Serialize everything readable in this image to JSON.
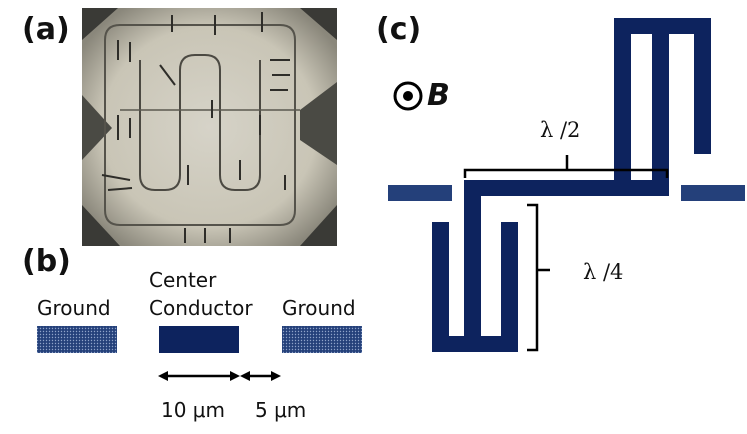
{
  "panels": {
    "a": "(a)",
    "b": "(b)",
    "c": "(c)"
  },
  "panel_b": {
    "ground_left": "Ground",
    "center_line1": "Center",
    "center_line2": "Conductor",
    "ground_right": "Ground",
    "width_center": "10 μm",
    "width_gap": "5 μm"
  },
  "panel_c": {
    "field_symbol": "B",
    "half_wavelength": "λ /2",
    "quarter_wavelength": "λ /4"
  },
  "colors": {
    "conductor": "#0d235e",
    "ground_pattern": "#24407a",
    "photo_bg": "#cfcbbd"
  }
}
